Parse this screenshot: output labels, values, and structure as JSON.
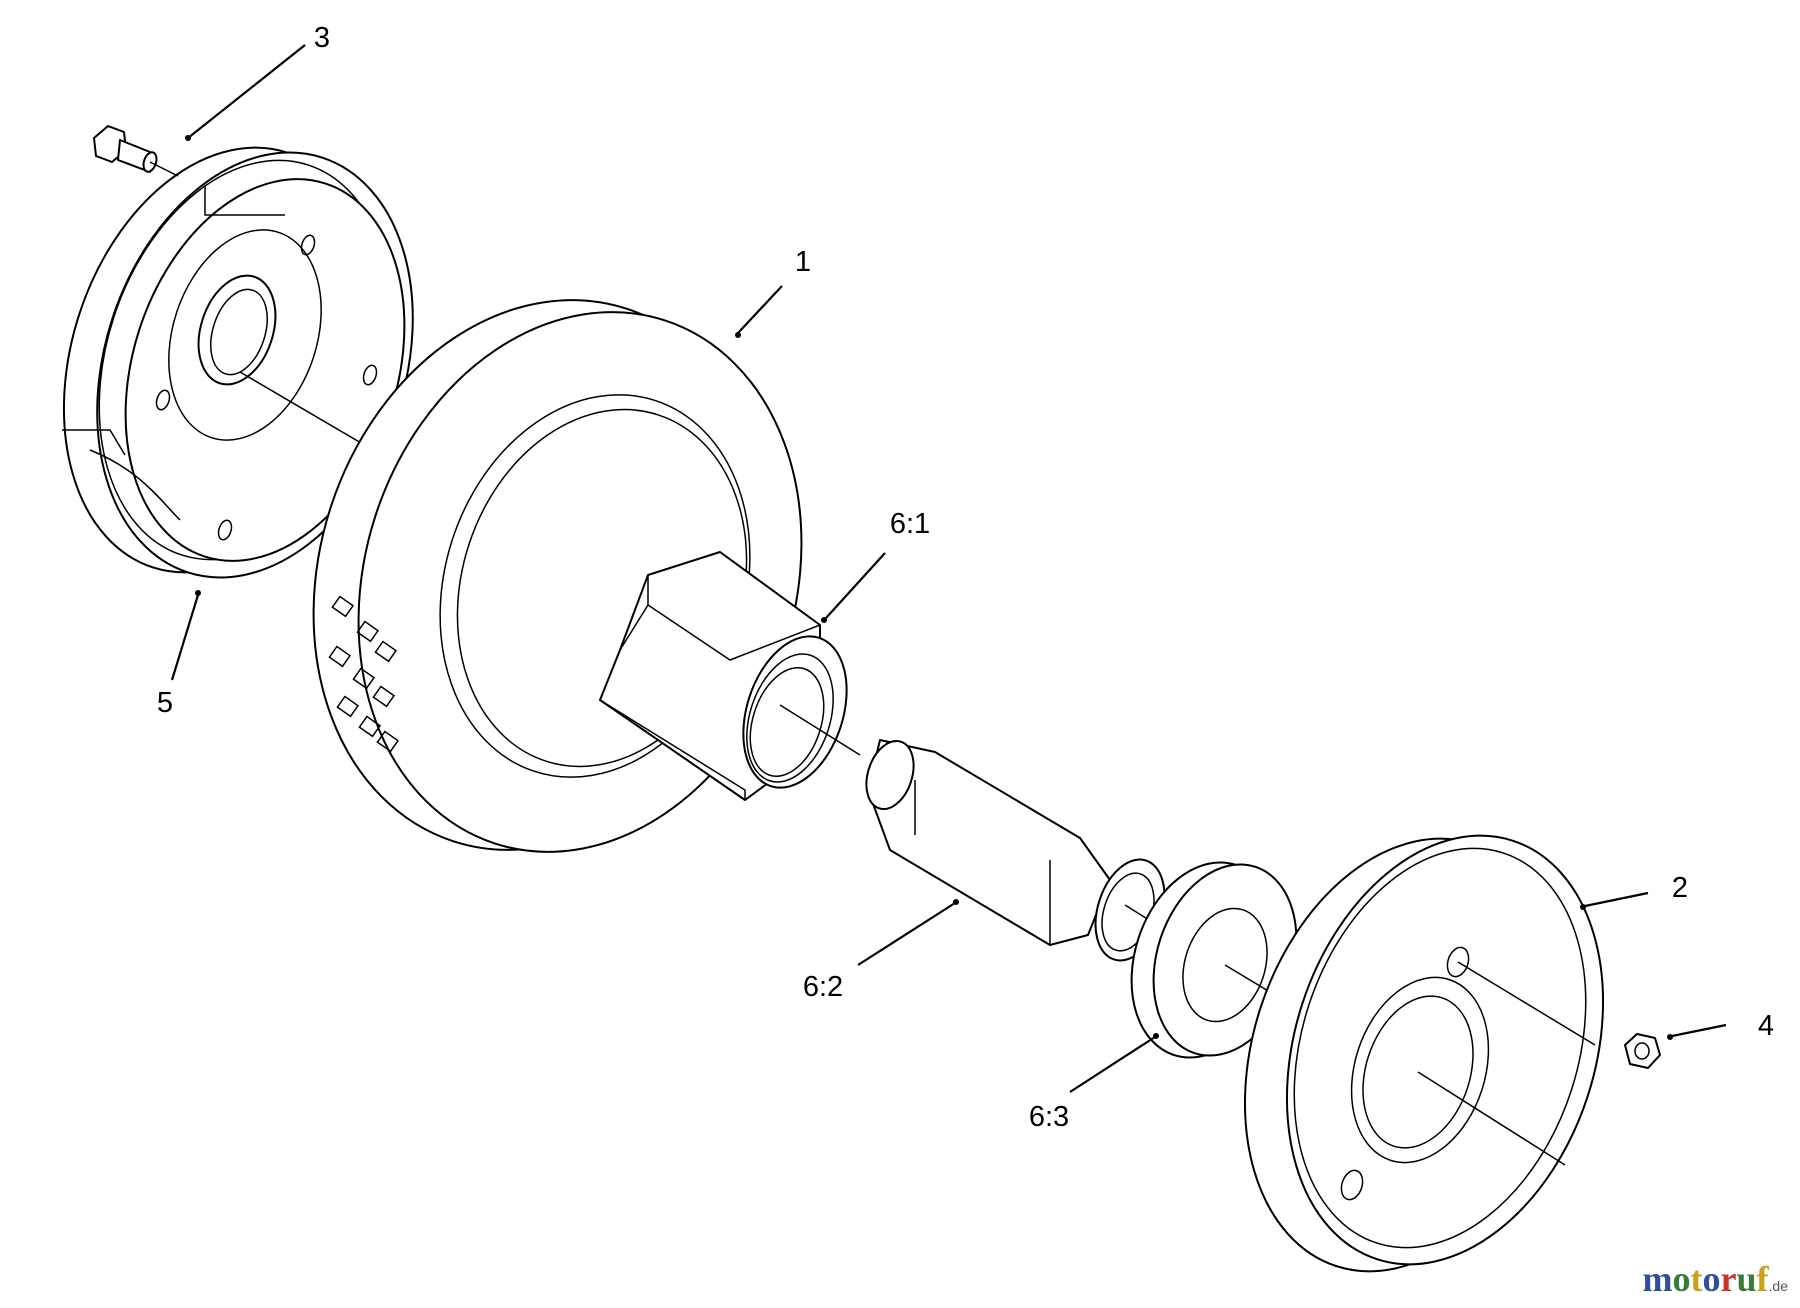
{
  "callouts": [
    {
      "id": "1",
      "label": "1"
    },
    {
      "id": "2",
      "label": "2"
    },
    {
      "id": "3",
      "label": "3"
    },
    {
      "id": "4",
      "label": "4"
    },
    {
      "id": "5",
      "label": "5"
    },
    {
      "id": "6-1",
      "label": "6:1"
    },
    {
      "id": "6-2",
      "label": "6:2"
    },
    {
      "id": "6-3",
      "label": "6:3"
    }
  ],
  "watermark": {
    "letters": [
      "m",
      "o",
      "t",
      "o",
      "r",
      "u",
      "f"
    ],
    "colors": [
      "#2f4f9c",
      "#3a7a3a",
      "#c9a21a",
      "#2f4f9c",
      "#c8332b",
      "#3a7a3a",
      "#c9a21a"
    ],
    "tld": ".de"
  }
}
